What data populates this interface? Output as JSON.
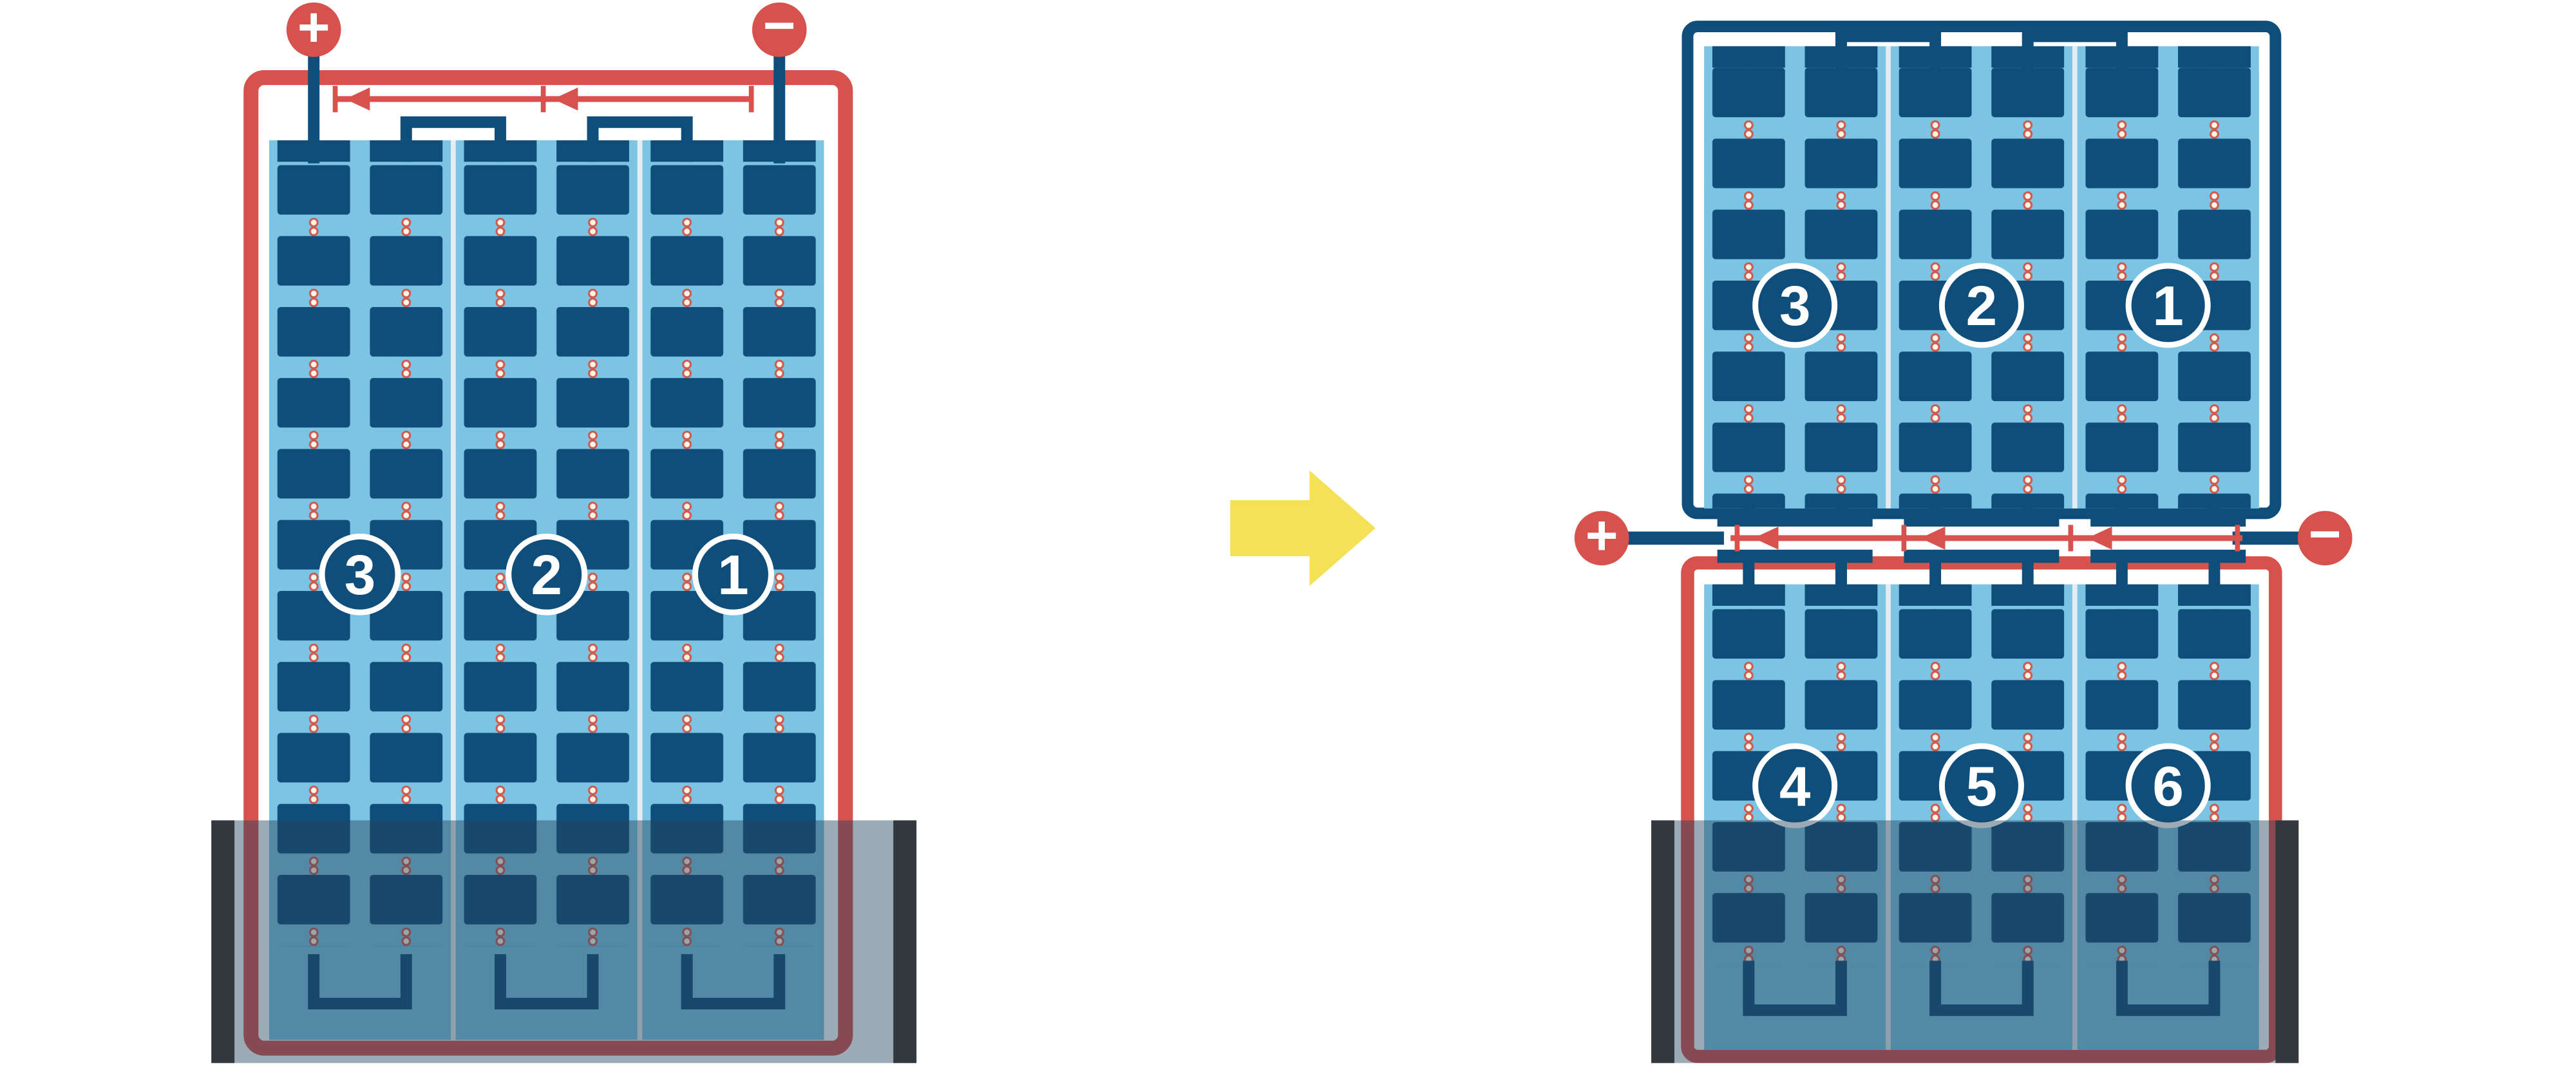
{
  "diagram": {
    "left_figure": {
      "terminal_positive": "+",
      "terminal_negative": "−",
      "string_labels": [
        "3",
        "2",
        "1"
      ]
    },
    "right_figure": {
      "terminal_positive": "+",
      "terminal_negative": "−",
      "top_string_labels": [
        "3",
        "2",
        "1"
      ],
      "bottom_string_labels": [
        "4",
        "5",
        "6"
      ]
    }
  },
  "colors": {
    "navy": "#0f4e7a",
    "blue": "#7cc4e4",
    "red": "#d7514d",
    "yellow": "#f5e158",
    "water": "#24435c",
    "cap": "#32383e",
    "dot_fill": "#fff6ea",
    "dot_stroke": "#cf5a4e",
    "separator": "#e6edf2",
    "background": "#ffffff"
  }
}
